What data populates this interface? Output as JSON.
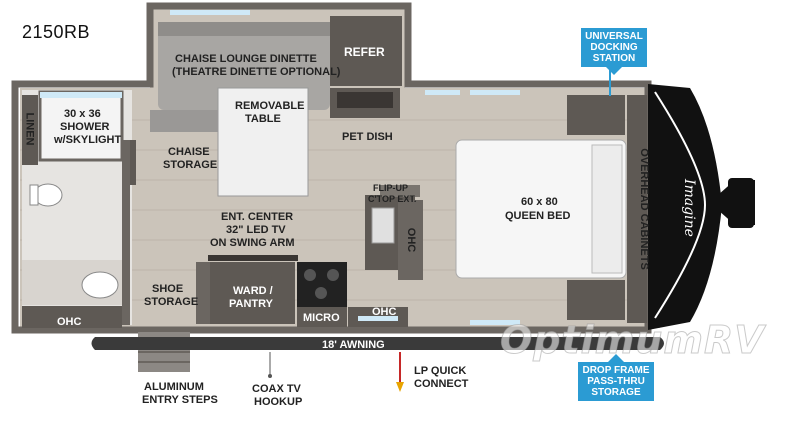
{
  "model": "2150RB",
  "colors": {
    "floor": "#c9c2b8",
    "wall": "#6b6661",
    "cabinet": "#5e5954",
    "sofa": "#a8a6a3",
    "callout": "#2b9bd3",
    "glass": "#cfe9f7",
    "awning": "#3a3a3a",
    "hitch": "#1a1a1a"
  },
  "callouts": {
    "universal_docking": "UNIVERSAL DOCKING STATION",
    "drop_frame": "DROP FRAME PASS-THRU STORAGE"
  },
  "labels": {
    "refer": "REFER",
    "chaise_dinette_1": "CHAISE LOUNGE DINETTE",
    "chaise_dinette_2": "(THEATRE DINETTE OPTIONAL)",
    "removable_table_1": "REMOVABLE",
    "removable_table_2": "TABLE",
    "pet_dish": "PET DISH",
    "linen": "LINEN",
    "shower_1": "30 x 36",
    "shower_2": "SHOWER",
    "shower_3": "w/SKYLIGHT",
    "chaise_storage_1": "CHAISE",
    "chaise_storage_2": "STORAGE",
    "flip_up_1": "FLIP-UP",
    "flip_up_2": "C'TOP EXT.",
    "bed_1": "60 x 80",
    "bed_2": "QUEEN BED",
    "overhead_cabinets": "OVERHEAD CABINETS",
    "ent_center_1": "ENT. CENTER",
    "ent_center_2": "32\" LED TV",
    "ent_center_3": "ON SWING ARM",
    "ohc_kitchen": "OHC",
    "ohc_bottom": "OHC",
    "ohc_left": "OHC",
    "shoe_storage_1": "SHOE",
    "shoe_storage_2": "STORAGE",
    "ward_pantry_1": "WARD /",
    "ward_pantry_2": "PANTRY",
    "micro": "MICRO",
    "awning": "18' AWNING",
    "aluminum_steps_1": "ALUMINUM",
    "aluminum_steps_2": "ENTRY STEPS",
    "coax_1": "COAX TV",
    "coax_2": "HOOKUP",
    "lp_1": "LP QUICK",
    "lp_2": "CONNECT",
    "brand": "Imagine",
    "watermark": "OptimumRV"
  }
}
